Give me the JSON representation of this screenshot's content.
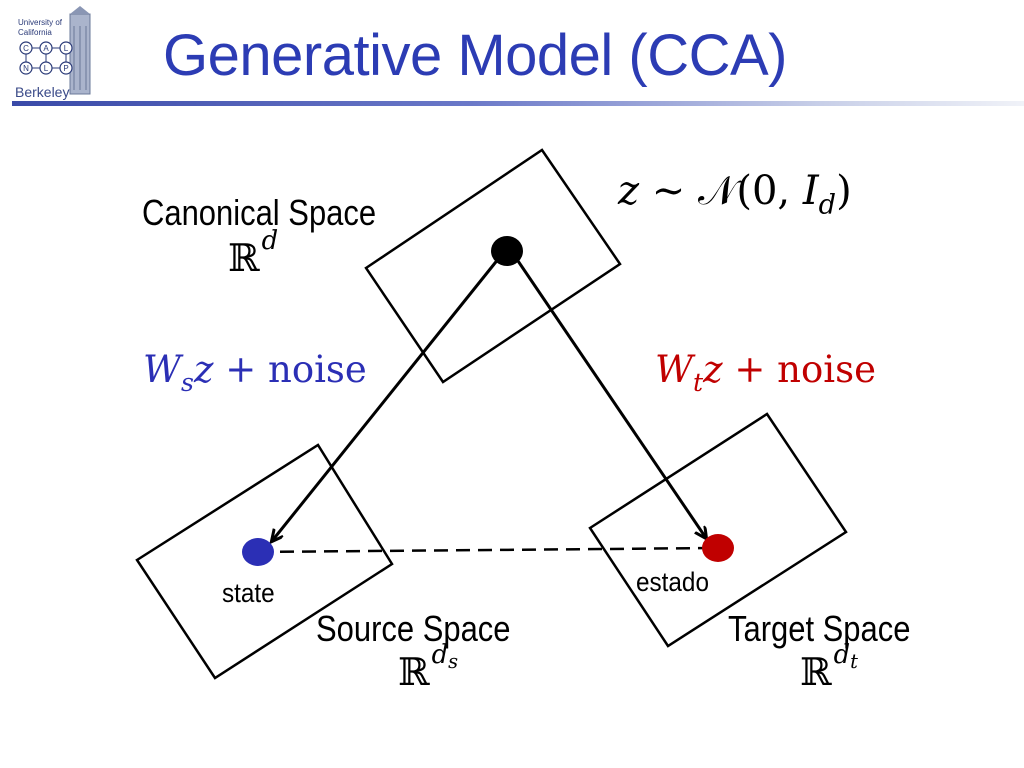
{
  "title": "Generative Model (CCA)",
  "logo": {
    "line1": "University of",
    "line2": "California",
    "line3": "Berkeley",
    "letters": [
      "C",
      "A",
      "L",
      "N",
      "L",
      "P"
    ]
  },
  "spaces": {
    "canonical": {
      "label": "Canonical Space",
      "symbol": "ℝ",
      "dim": "d"
    },
    "source": {
      "label": "Source Space",
      "symbol": "ℝ",
      "dim": "d",
      "dim_sub": "s"
    },
    "target": {
      "label": "Target  Space",
      "symbol": "ℝ",
      "dim": "d",
      "dim_sub": "t"
    }
  },
  "prior": {
    "var": "z",
    "sim": "∼",
    "dist": "𝒩",
    "args_open": "(0, ",
    "cov": "I",
    "cov_sub": "d",
    "args_close": ")"
  },
  "source_map": {
    "w": "W",
    "sub": "s",
    "rest_var": "z",
    "plus": " + ",
    "noise": "noise"
  },
  "target_map": {
    "w": "W",
    "sub": "t",
    "rest_var": "z",
    "plus": " + ",
    "noise": "noise"
  },
  "points": {
    "source": "state",
    "target": "estado"
  },
  "colors": {
    "title": "#2c3cb4",
    "source": "#2b2fb5",
    "target": "#c00000",
    "latent": "#000000"
  }
}
